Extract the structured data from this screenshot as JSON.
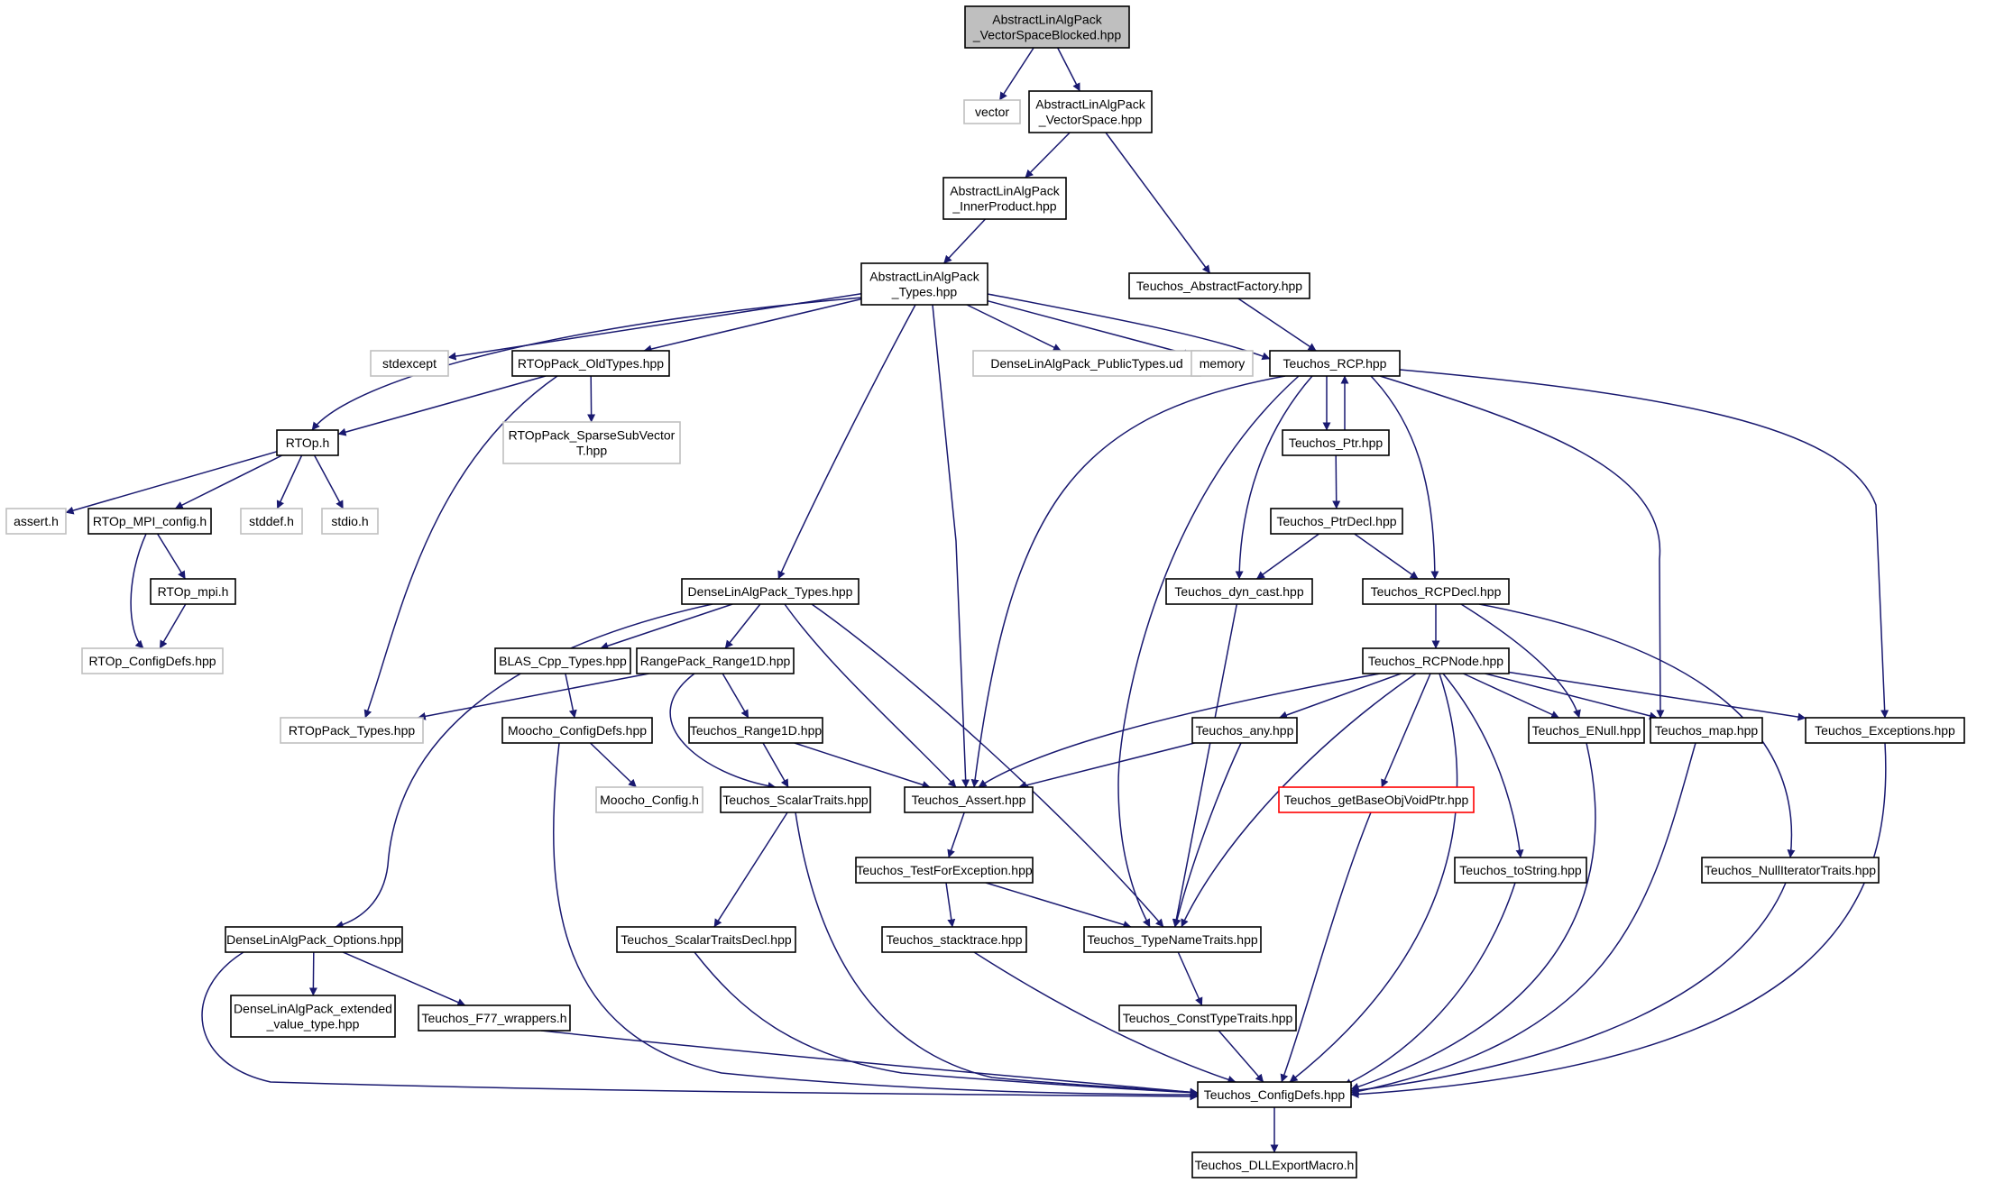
{
  "colors": {
    "edge": "#191970",
    "root_fill": "#bfbfbf",
    "box_fill": "#ffffff",
    "box_stroke": "#000000",
    "ext_stroke": "#bfbfbf",
    "red_stroke": "#ff0000"
  },
  "nodes": [
    {
      "id": "root",
      "lines": [
        "AbstractLinAlgPack",
        "_VectorSpaceBlocked.hpp"
      ],
      "style": "root"
    },
    {
      "id": "vector",
      "lines": [
        "vector"
      ],
      "style": "ext"
    },
    {
      "id": "vs",
      "lines": [
        "AbstractLinAlgPack",
        "_VectorSpace.hpp"
      ],
      "style": "normal"
    },
    {
      "id": "ip",
      "lines": [
        "AbstractLinAlgPack",
        "_InnerProduct.hpp"
      ],
      "style": "normal"
    },
    {
      "id": "types",
      "lines": [
        "AbstractLinAlgPack",
        "_Types.hpp"
      ],
      "style": "normal"
    },
    {
      "id": "absfac",
      "lines": [
        "Teuchos_AbstractFactory.hpp"
      ],
      "style": "normal"
    },
    {
      "id": "stdexcept",
      "lines": [
        "stdexcept"
      ],
      "style": "ext"
    },
    {
      "id": "oldtypes",
      "lines": [
        "RTOpPack_OldTypes.hpp"
      ],
      "style": "normal"
    },
    {
      "id": "publictypes",
      "lines": [
        "DenseLinAlgPack_PublicTypes.ud"
      ],
      "style": "ext"
    },
    {
      "id": "memory",
      "lines": [
        "memory"
      ],
      "style": "ext"
    },
    {
      "id": "rcp",
      "lines": [
        "Teuchos_RCP.hpp"
      ],
      "style": "normal"
    },
    {
      "id": "rtoph",
      "lines": [
        "RTOp.h"
      ],
      "style": "normal"
    },
    {
      "id": "sparse",
      "lines": [
        "RTOpPack_SparseSubVector",
        "T.hpp"
      ],
      "style": "ext"
    },
    {
      "id": "ptr",
      "lines": [
        "Teuchos_Ptr.hpp"
      ],
      "style": "normal"
    },
    {
      "id": "asserth",
      "lines": [
        "assert.h"
      ],
      "style": "ext"
    },
    {
      "id": "mpiconfig",
      "lines": [
        "RTOp_MPI_config.h"
      ],
      "style": "normal"
    },
    {
      "id": "stddef",
      "lines": [
        "stddef.h"
      ],
      "style": "ext"
    },
    {
      "id": "stdio",
      "lines": [
        "stdio.h"
      ],
      "style": "ext"
    },
    {
      "id": "ptrdecl",
      "lines": [
        "Teuchos_PtrDecl.hpp"
      ],
      "style": "normal"
    },
    {
      "id": "mpih",
      "lines": [
        "RTOp_mpi.h"
      ],
      "style": "normal"
    },
    {
      "id": "dlatypes",
      "lines": [
        "DenseLinAlgPack_Types.hpp"
      ],
      "style": "normal"
    },
    {
      "id": "dyncast",
      "lines": [
        "Teuchos_dyn_cast.hpp"
      ],
      "style": "normal"
    },
    {
      "id": "rcpdecl",
      "lines": [
        "Teuchos_RCPDecl.hpp"
      ],
      "style": "normal"
    },
    {
      "id": "rtopconfig",
      "lines": [
        "RTOp_ConfigDefs.hpp"
      ],
      "style": "ext"
    },
    {
      "id": "blas",
      "lines": [
        "BLAS_Cpp_Types.hpp"
      ],
      "style": "normal"
    },
    {
      "id": "range",
      "lines": [
        "RangePack_Range1D.hpp"
      ],
      "style": "normal"
    },
    {
      "id": "rcpnode",
      "lines": [
        "Teuchos_RCPNode.hpp"
      ],
      "style": "normal"
    },
    {
      "id": "rtoptypes",
      "lines": [
        "RTOpPack_Types.hpp"
      ],
      "style": "ext"
    },
    {
      "id": "moochoconf",
      "lines": [
        "Moocho_ConfigDefs.hpp"
      ],
      "style": "normal"
    },
    {
      "id": "trange",
      "lines": [
        "Teuchos_Range1D.hpp"
      ],
      "style": "normal"
    },
    {
      "id": "any",
      "lines": [
        "Teuchos_any.hpp"
      ],
      "style": "normal"
    },
    {
      "id": "enull",
      "lines": [
        "Teuchos_ENull.hpp"
      ],
      "style": "normal"
    },
    {
      "id": "map",
      "lines": [
        "Teuchos_map.hpp"
      ],
      "style": "normal"
    },
    {
      "id": "exceptions",
      "lines": [
        "Teuchos_Exceptions.hpp"
      ],
      "style": "normal"
    },
    {
      "id": "moochoh",
      "lines": [
        "Moocho_Config.h"
      ],
      "style": "ext"
    },
    {
      "id": "scalar",
      "lines": [
        "Teuchos_ScalarTraits.hpp"
      ],
      "style": "normal"
    },
    {
      "id": "assert",
      "lines": [
        "Teuchos_Assert.hpp"
      ],
      "style": "normal"
    },
    {
      "id": "getbase",
      "lines": [
        "Teuchos_getBaseObjVoidPtr.hpp"
      ],
      "style": "red"
    },
    {
      "id": "testfor",
      "lines": [
        "Teuchos_TestForException.hpp"
      ],
      "style": "normal"
    },
    {
      "id": "tostring",
      "lines": [
        "Teuchos_toString.hpp"
      ],
      "style": "normal"
    },
    {
      "id": "nulliter",
      "lines": [
        "Teuchos_NullIteratorTraits.hpp"
      ],
      "style": "normal"
    },
    {
      "id": "options",
      "lines": [
        "DenseLinAlgPack_Options.hpp"
      ],
      "style": "normal"
    },
    {
      "id": "scalardecl",
      "lines": [
        "Teuchos_ScalarTraitsDecl.hpp"
      ],
      "style": "normal"
    },
    {
      "id": "stacktrace",
      "lines": [
        "Teuchos_stacktrace.hpp"
      ],
      "style": "normal"
    },
    {
      "id": "typename",
      "lines": [
        "Teuchos_TypeNameTraits.hpp"
      ],
      "style": "normal"
    },
    {
      "id": "extended",
      "lines": [
        "DenseLinAlgPack_extended",
        "_value_type.hpp"
      ],
      "style": "normal"
    },
    {
      "id": "f77",
      "lines": [
        "Teuchos_F77_wrappers.h"
      ],
      "style": "normal"
    },
    {
      "id": "consttype",
      "lines": [
        "Teuchos_ConstTypeTraits.hpp"
      ],
      "style": "normal"
    },
    {
      "id": "tconfig",
      "lines": [
        "Teuchos_ConfigDefs.hpp"
      ],
      "style": "normal"
    },
    {
      "id": "dll",
      "lines": [
        "Teuchos_DLLExportMacro.h"
      ],
      "style": "normal"
    }
  ],
  "edges": [
    [
      "root",
      "vector"
    ],
    [
      "root",
      "vs"
    ],
    [
      "vs",
      "ip"
    ],
    [
      "vs",
      "absfac"
    ],
    [
      "ip",
      "types"
    ],
    [
      "types",
      "stdexcept"
    ],
    [
      "types",
      "oldtypes"
    ],
    [
      "types",
      "publictypes"
    ],
    [
      "types",
      "memory"
    ],
    [
      "types",
      "rcp"
    ],
    [
      "types",
      "rtoph"
    ],
    [
      "types",
      "dlatypes"
    ],
    [
      "types",
      "assert"
    ],
    [
      "absfac",
      "rcp"
    ],
    [
      "oldtypes",
      "rtoph"
    ],
    [
      "oldtypes",
      "sparse"
    ],
    [
      "oldtypes",
      "rtoptypes"
    ],
    [
      "rtoph",
      "asserth"
    ],
    [
      "rtoph",
      "mpiconfig"
    ],
    [
      "rtoph",
      "stddef"
    ],
    [
      "rtoph",
      "stdio"
    ],
    [
      "mpiconfig",
      "mpih"
    ],
    [
      "mpiconfig",
      "rtopconfig"
    ],
    [
      "mpih",
      "rtopconfig"
    ],
    [
      "rcp",
      "ptr"
    ],
    [
      "ptr",
      "rcp"
    ],
    [
      "ptr",
      "ptrdecl"
    ],
    [
      "ptrdecl",
      "dyncast"
    ],
    [
      "ptrdecl",
      "rcpdecl"
    ],
    [
      "rcp",
      "dyncast"
    ],
    [
      "rcp",
      "rcpdecl"
    ],
    [
      "rcp",
      "assert"
    ],
    [
      "rcp",
      "typename"
    ],
    [
      "rcp",
      "map"
    ],
    [
      "rcp",
      "exceptions"
    ],
    [
      "rcpdecl",
      "rcpnode"
    ],
    [
      "rcpdecl",
      "enull"
    ],
    [
      "rcpdecl",
      "nulliter"
    ],
    [
      "rcpnode",
      "any"
    ],
    [
      "rcpnode",
      "assert"
    ],
    [
      "rcpnode",
      "typename"
    ],
    [
      "rcpnode",
      "getbase"
    ],
    [
      "rcpnode",
      "tconfig"
    ],
    [
      "rcpnode",
      "tostring"
    ],
    [
      "rcpnode",
      "enull"
    ],
    [
      "rcpnode",
      "map"
    ],
    [
      "rcpnode",
      "exceptions"
    ],
    [
      "dyncast",
      "typename"
    ],
    [
      "dlatypes",
      "blas"
    ],
    [
      "dlatypes",
      "range"
    ],
    [
      "dlatypes",
      "options"
    ],
    [
      "dlatypes",
      "assert"
    ],
    [
      "dlatypes",
      "typename"
    ],
    [
      "blas",
      "moochoconf"
    ],
    [
      "range",
      "rtoptypes"
    ],
    [
      "range",
      "trange"
    ],
    [
      "range",
      "scalar"
    ],
    [
      "moochoconf",
      "moochoh"
    ],
    [
      "moochoconf",
      "tconfig"
    ],
    [
      "trange",
      "scalar"
    ],
    [
      "trange",
      "assert"
    ],
    [
      "any",
      "assert"
    ],
    [
      "any",
      "typename"
    ],
    [
      "enull",
      "tconfig"
    ],
    [
      "map",
      "tconfig"
    ],
    [
      "exceptions",
      "tconfig"
    ],
    [
      "scalar",
      "scalardecl"
    ],
    [
      "scalar",
      "tconfig"
    ],
    [
      "assert",
      "testfor"
    ],
    [
      "testfor",
      "stacktrace"
    ],
    [
      "testfor",
      "typename"
    ],
    [
      "getbase",
      "tconfig"
    ],
    [
      "tostring",
      "tconfig"
    ],
    [
      "nulliter",
      "tconfig"
    ],
    [
      "options",
      "extended"
    ],
    [
      "options",
      "f77"
    ],
    [
      "options",
      "tconfig"
    ],
    [
      "scalardecl",
      "tconfig"
    ],
    [
      "stacktrace",
      "tconfig"
    ],
    [
      "typename",
      "consttype"
    ],
    [
      "f77",
      "tconfig"
    ],
    [
      "consttype",
      "tconfig"
    ],
    [
      "tconfig",
      "dll"
    ]
  ]
}
